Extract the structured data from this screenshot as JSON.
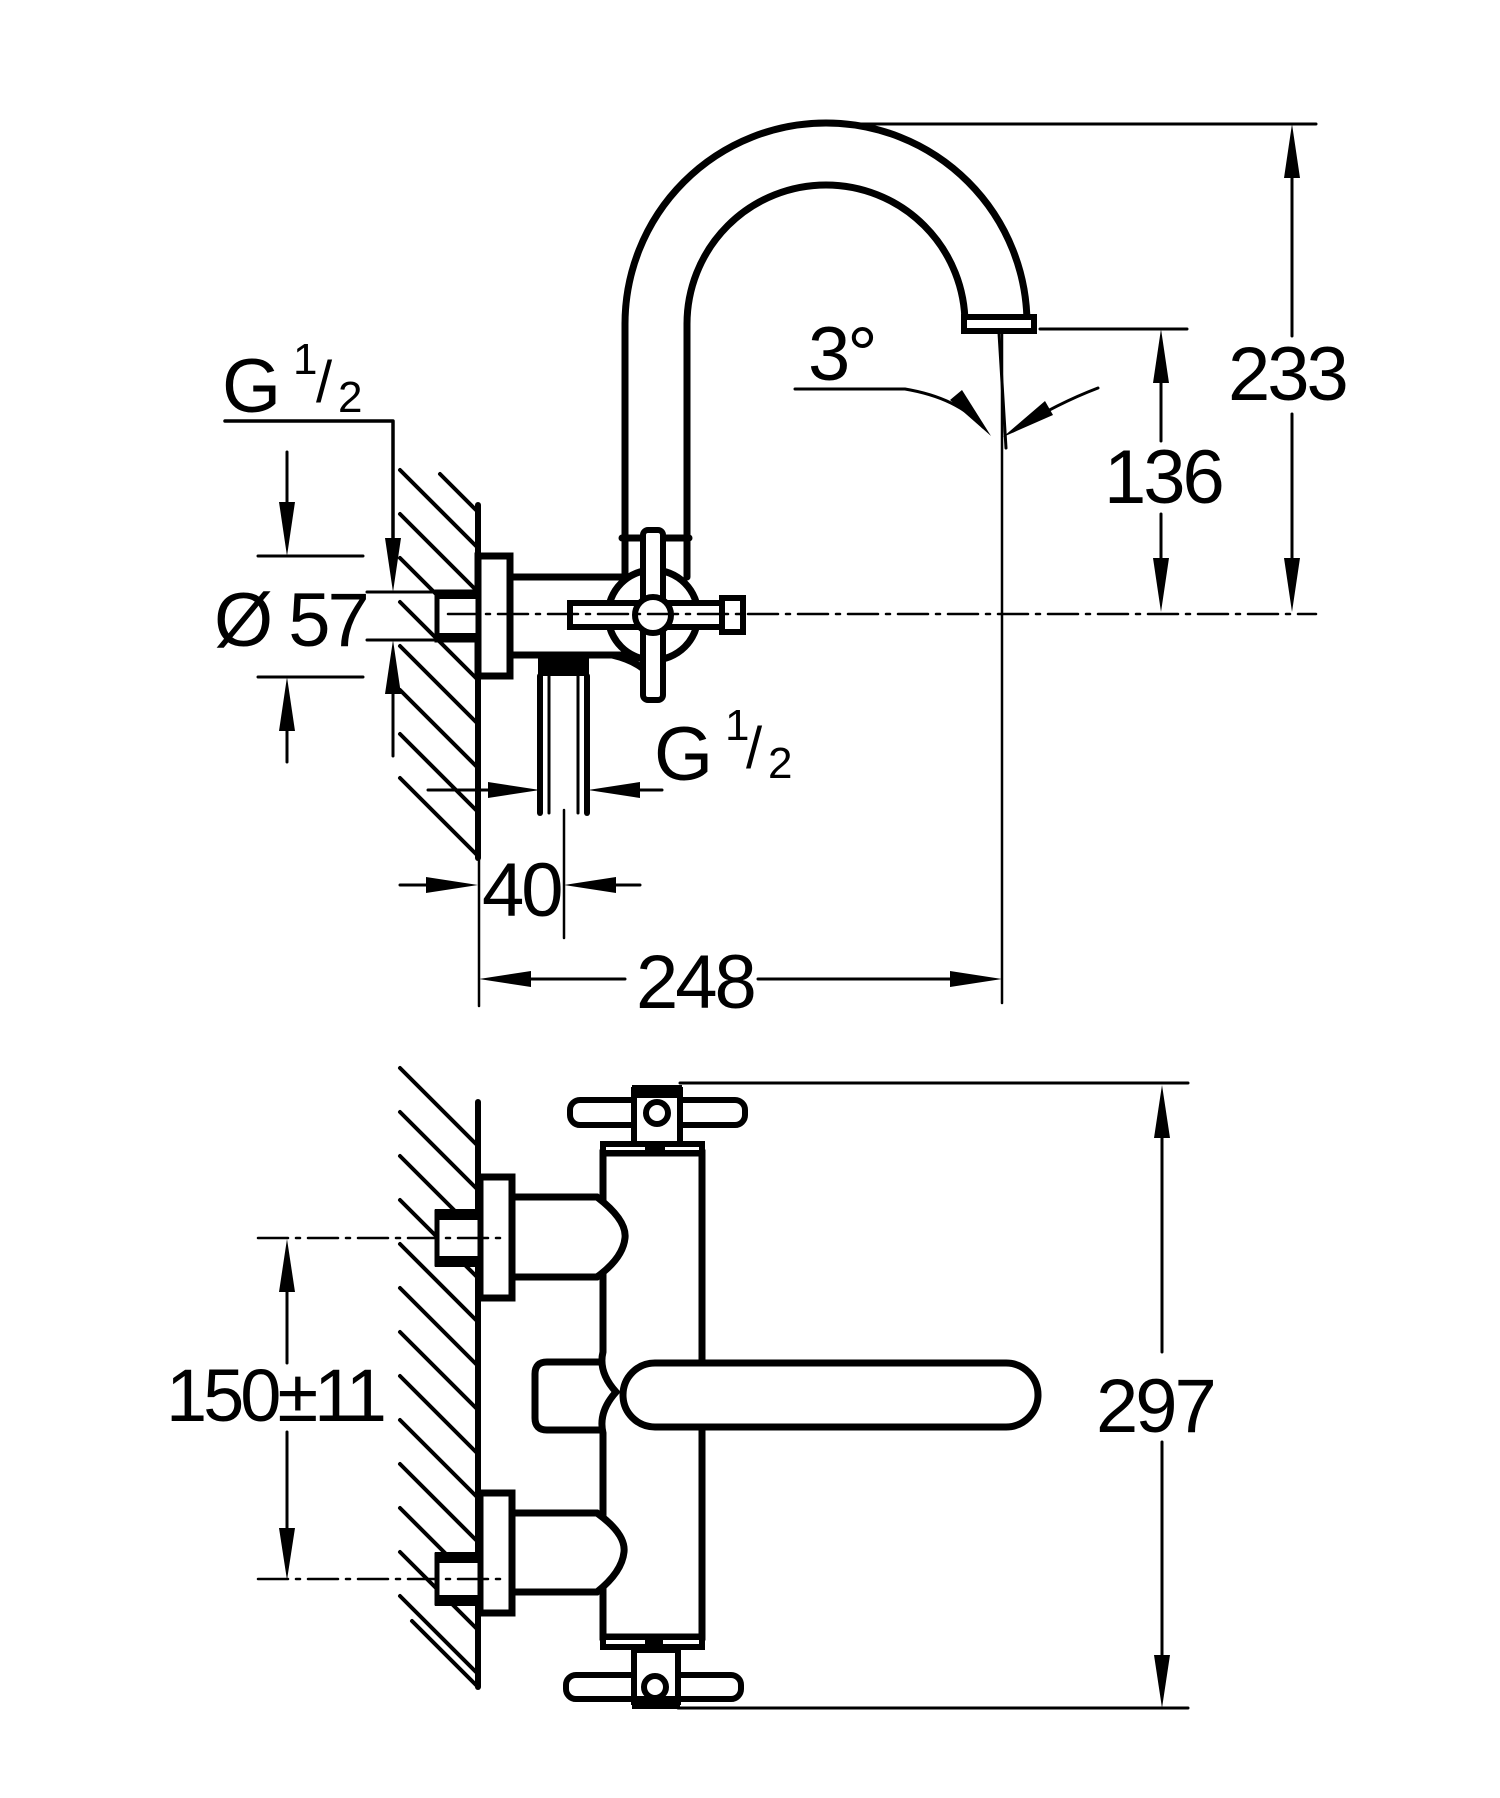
{
  "colors": {
    "ink": "#000000",
    "paper": "#ffffff"
  },
  "side_view": {
    "wall_thread": {
      "prefix": "G",
      "numerator": "1",
      "slash": "/",
      "denominator": "2"
    },
    "escutcheon_diameter": "Ø 57",
    "spout_angle": "3°",
    "overall_height": "233",
    "outlet_height": "136",
    "spout_thread": {
      "prefix": "G",
      "numerator": "1",
      "slash": "/",
      "denominator": "2"
    },
    "outlet_offset": "40",
    "spout_projection": "248"
  },
  "plan_view": {
    "connection_distance": "150±11",
    "overall_width": "297"
  }
}
